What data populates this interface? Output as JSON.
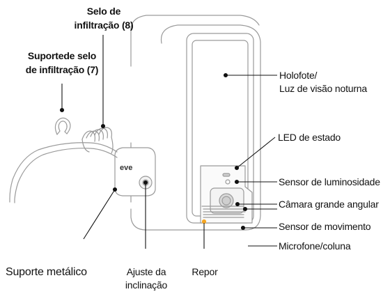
{
  "labels": {
    "seal": [
      "Selo de",
      "infiltração (8)"
    ],
    "seal_support": [
      "Suportede selo",
      "de infiltração (7)"
    ],
    "floodlight": [
      "Holofote/",
      "Luz de visão noturna"
    ],
    "status_led": "LED de estado",
    "light_sensor": "Sensor de luminosidade",
    "wide_camera": "Câmara grande angular",
    "motion_sensor": "Sensor de movimento",
    "mic_speaker": "Microfone/coluna",
    "metal_bracket": "Suporte metálico",
    "tilt": [
      "Ajuste da",
      "inclinação"
    ],
    "reset": "Repor"
  },
  "logo_text": "eve",
  "colors": {
    "outline": "#9a9a9a",
    "leader": "#111111",
    "panel": "#d9d9d9",
    "reset_dot": "#f5a623"
  }
}
